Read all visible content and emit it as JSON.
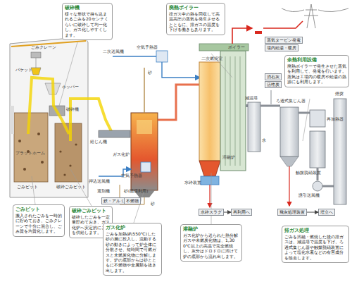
{
  "diagram": {
    "nodes": [
      {
        "text": [
          "破砕機",
          "様々な形状で持ち込まれるごみを20センチくらいに破砕して均一化し、ガス化しやすくします。"
        ]
      },
      {
        "text": [
          "廃熱ボイラー",
          "排ガス中の熱を回収して高温高圧の蒸気を発生させるとともに、排ガスの温度を下げる働きもあります。"
        ]
      },
      {
        "text": [
          "蒸気タービン発電"
        ]
      },
      {
        "text": [
          "場内給湯・暖房"
        ]
      },
      {
        "text": [
          "余熱利用設備",
          "廃熱ボイラーで発生させた蒸気を利用して、発電を行います。蒸気は工場内の暖房や給湯の熱源にも利用します。"
        ]
      },
      {
        "text": [
          "消石灰"
        ]
      },
      {
        "text": [
          "活性炭"
        ]
      },
      {
        "text": [
          "鉄・アルミ"
        ]
      },
      {
        "text": [
          "不燃物"
        ]
      },
      {
        "text": [
          "水砕スラグ"
        ]
      },
      {
        "text": [
          "再利用へ"
        ]
      },
      {
        "text": [
          "飛灰処理装置"
        ]
      },
      {
        "text": [
          "埋立へ"
        ]
      },
      {
        "text": [
          "ごみピット",
          "搬入されたごみを一時的に貯めておき、ごみクレーンで十分に混合し、ごみ質を均質化します。"
        ]
      },
      {
        "text": [
          "破砕ごみピット",
          "破砕したごみを一定量貯めておき、ガス化炉へ安定的にごみを供給します。"
        ]
      },
      {
        "text": [
          "ガス化炉",
          "ごみを加熱(約550℃)した砂の層に投入し、流動する砂の動きによって炉全体に分散させ、短時間で可燃ガスと未燃炭化物に分解します。炉の底部からは砂とともに不燃物や金属類を抜き出します。"
        ]
      },
      {
        "text": [
          "溶融炉",
          "ガス化炉から送られた熱分解ガスや未燃炭化物は、1,300℃以上の高温で完全燃焼し、灰分はドロドロに溶けて炉の底部から流れ出します。"
        ]
      },
      {
        "text": [
          "排ガス処理",
          "ごみを溶融・燃焼した後の排ガスは、減温塔で温度を下げ、ろ過式集じん器や触媒脱硝装置によって塩化水素などの有害成分を除去します。"
        ]
      }
    ],
    "edges": [
      {
        "from": 9,
        "to": 10,
        "arrow": "to"
      },
      {
        "from": 11,
        "to": 12,
        "arrow": "to"
      }
    ],
    "labels": [
      "ごみクレーン",
      "バケット",
      "ホッパー",
      "破砕機",
      "プラットホーム",
      "ごみピット",
      "破砕ごみピット",
      "二次送風機",
      "空気予熱器",
      "砂",
      "給じん機",
      "ガス化炉",
      "空気予熱器",
      "押込送風機",
      "選別機",
      "砂(循環利用)",
      "砂",
      "二次燃焼室",
      "ボイラー",
      "溶融炉",
      "水砕装置",
      "余熱利用",
      "減温塔",
      "水",
      "ろ過式集じん器",
      "再加熱器",
      "触媒脱硝装置",
      "誘引送風機",
      "煙突"
    ]
  }
}
